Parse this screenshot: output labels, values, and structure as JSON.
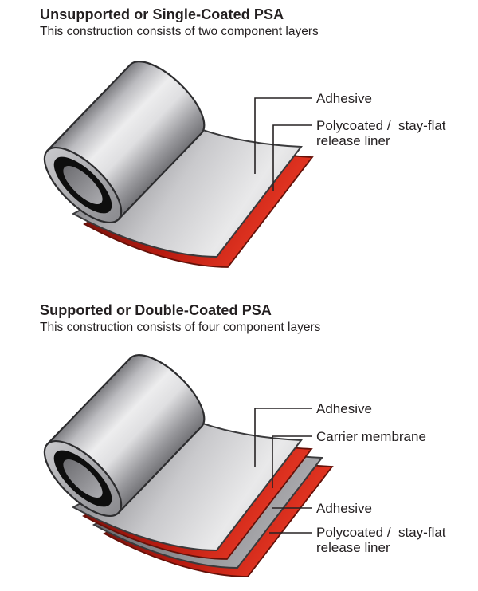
{
  "colors": {
    "background": "#ffffff",
    "text": "#231f20",
    "liner_red": "#d9271c",
    "sheet_gray": "#d6d6d8",
    "leader_line": "#262223"
  },
  "figure1": {
    "title": "Unsupported or Single-Coated PSA",
    "subtitle": "This construction consists of two component layers",
    "labels": [
      {
        "text": "Adhesive"
      },
      {
        "text": "Polycoated /  stay-flat\nrelease liner"
      }
    ]
  },
  "figure2": {
    "title": "Supported or Double-Coated PSA",
    "subtitle": "This construction consists of four component layers",
    "labels": [
      {
        "text": "Adhesive"
      },
      {
        "text": "Carrier membrane"
      },
      {
        "text": "Adhesive"
      },
      {
        "text": "Polycoated /  stay-flat\nrelease liner"
      }
    ]
  }
}
